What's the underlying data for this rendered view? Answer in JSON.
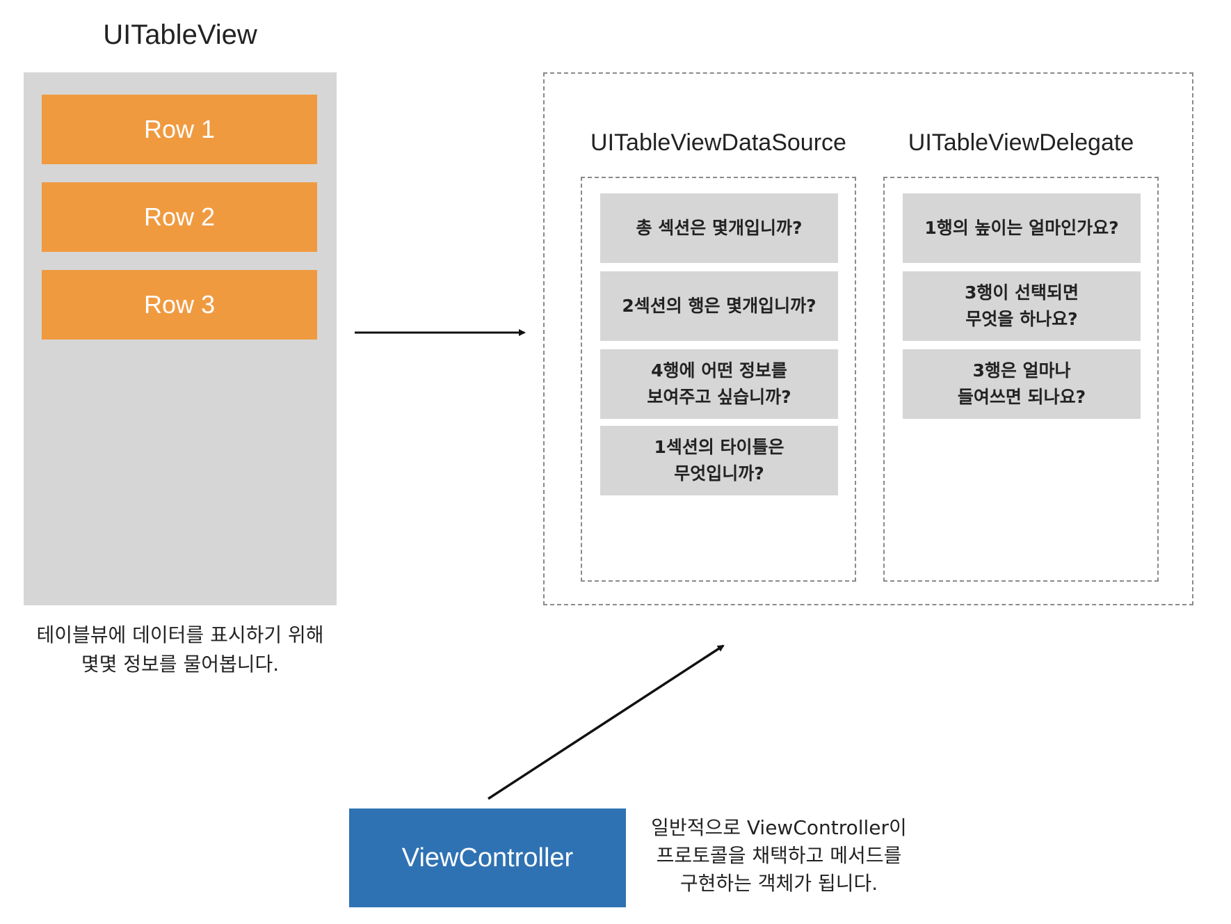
{
  "table_view": {
    "title": "UITableView",
    "rows": [
      "Row 1",
      "Row 2",
      "Row 3"
    ],
    "caption": [
      "테이블뷰에 데이터를 표시하기 위해",
      "몇몇 정보를 물어봅니다."
    ]
  },
  "data_source": {
    "title": "UITableViewDataSource",
    "questions": [
      [
        "총 섹션은 몇개입니까?"
      ],
      [
        "2섹션의 행은 몇개입니까?"
      ],
      [
        "4행에 어떤 정보를",
        "보여주고 싶습니까?"
      ],
      [
        "1섹션의 타이틀은",
        "무엇입니까?"
      ]
    ]
  },
  "delegate": {
    "title": "UITableViewDelegate",
    "questions": [
      [
        "1행의 높이는 얼마인가요?"
      ],
      [
        "3행이 선택되면",
        "무엇을 하나요?"
      ],
      [
        "3행은 얼마나",
        "들여쓰면 되나요?"
      ]
    ]
  },
  "view_controller": {
    "label": "ViewController",
    "caption": [
      "일반적으로 ViewController이",
      "프로토콜을 채택하고 메서드를",
      "구현하는 객체가 됩니다."
    ]
  },
  "colors": {
    "row_fill": "#f09a40",
    "panel_fill": "#d6d6d6",
    "view_controller_fill": "#2f72b3",
    "arrow": "#111111"
  }
}
